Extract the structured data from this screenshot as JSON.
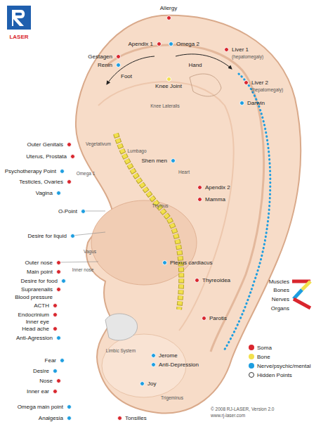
{
  "diagram": {
    "caption": "© 2008 RJ-LASER, Version 2.0",
    "labels": [
      "LASER",
      "Allergy",
      "Apendix 1",
      "Omega 2",
      "Liver 1",
      "(hepatomegaly)",
      "Gestagen",
      "Renin",
      "Liver 2",
      "(hepatomegaly)",
      "Darwin",
      "Foot",
      "Hand",
      "Knee Joint",
      "Knee Lateralis",
      "Outer Genitals",
      "Uterus, Prostata",
      "Vegetativum",
      "Lumbago",
      "Shen men",
      "Psychotherapy Point",
      "Testicles, Ovaries",
      "Omega 1",
      "Vagina",
      "O-Point",
      "Apendix 2",
      "Mamma",
      "Heart",
      "Thymus",
      "Desire for liquid",
      "Vagus",
      "Inner nose",
      "Outer nose",
      "Main point",
      "Desire for food",
      "Suprarenalis",
      "Blood pressure",
      "ACTH",
      "Endocrinium",
      "Inner eye",
      "Head ache",
      "Anti-Agression",
      "Plexus cardiacus",
      "Thyreoidea",
      "Parotis",
      "Limbic System",
      "Trigeminus",
      "Fear",
      "Jerome",
      "Anti-Depression",
      "Desire",
      "Nose",
      "Joy",
      "Inner ear",
      "Omega main point",
      "Analgesia",
      "Tonsilles",
      "Muscles",
      "Bones",
      "Nerves",
      "Organs",
      "www.rj-laser.com"
    ],
    "legend": [
      {
        "text": "Soma",
        "color": "#d9262e"
      },
      {
        "text": "Bone",
        "color": "#f2e04c"
      },
      {
        "text": "Nerve/psychic/mental",
        "color": "#1e9ee0"
      },
      {
        "text": "Hidden Points"
      }
    ]
  }
}
